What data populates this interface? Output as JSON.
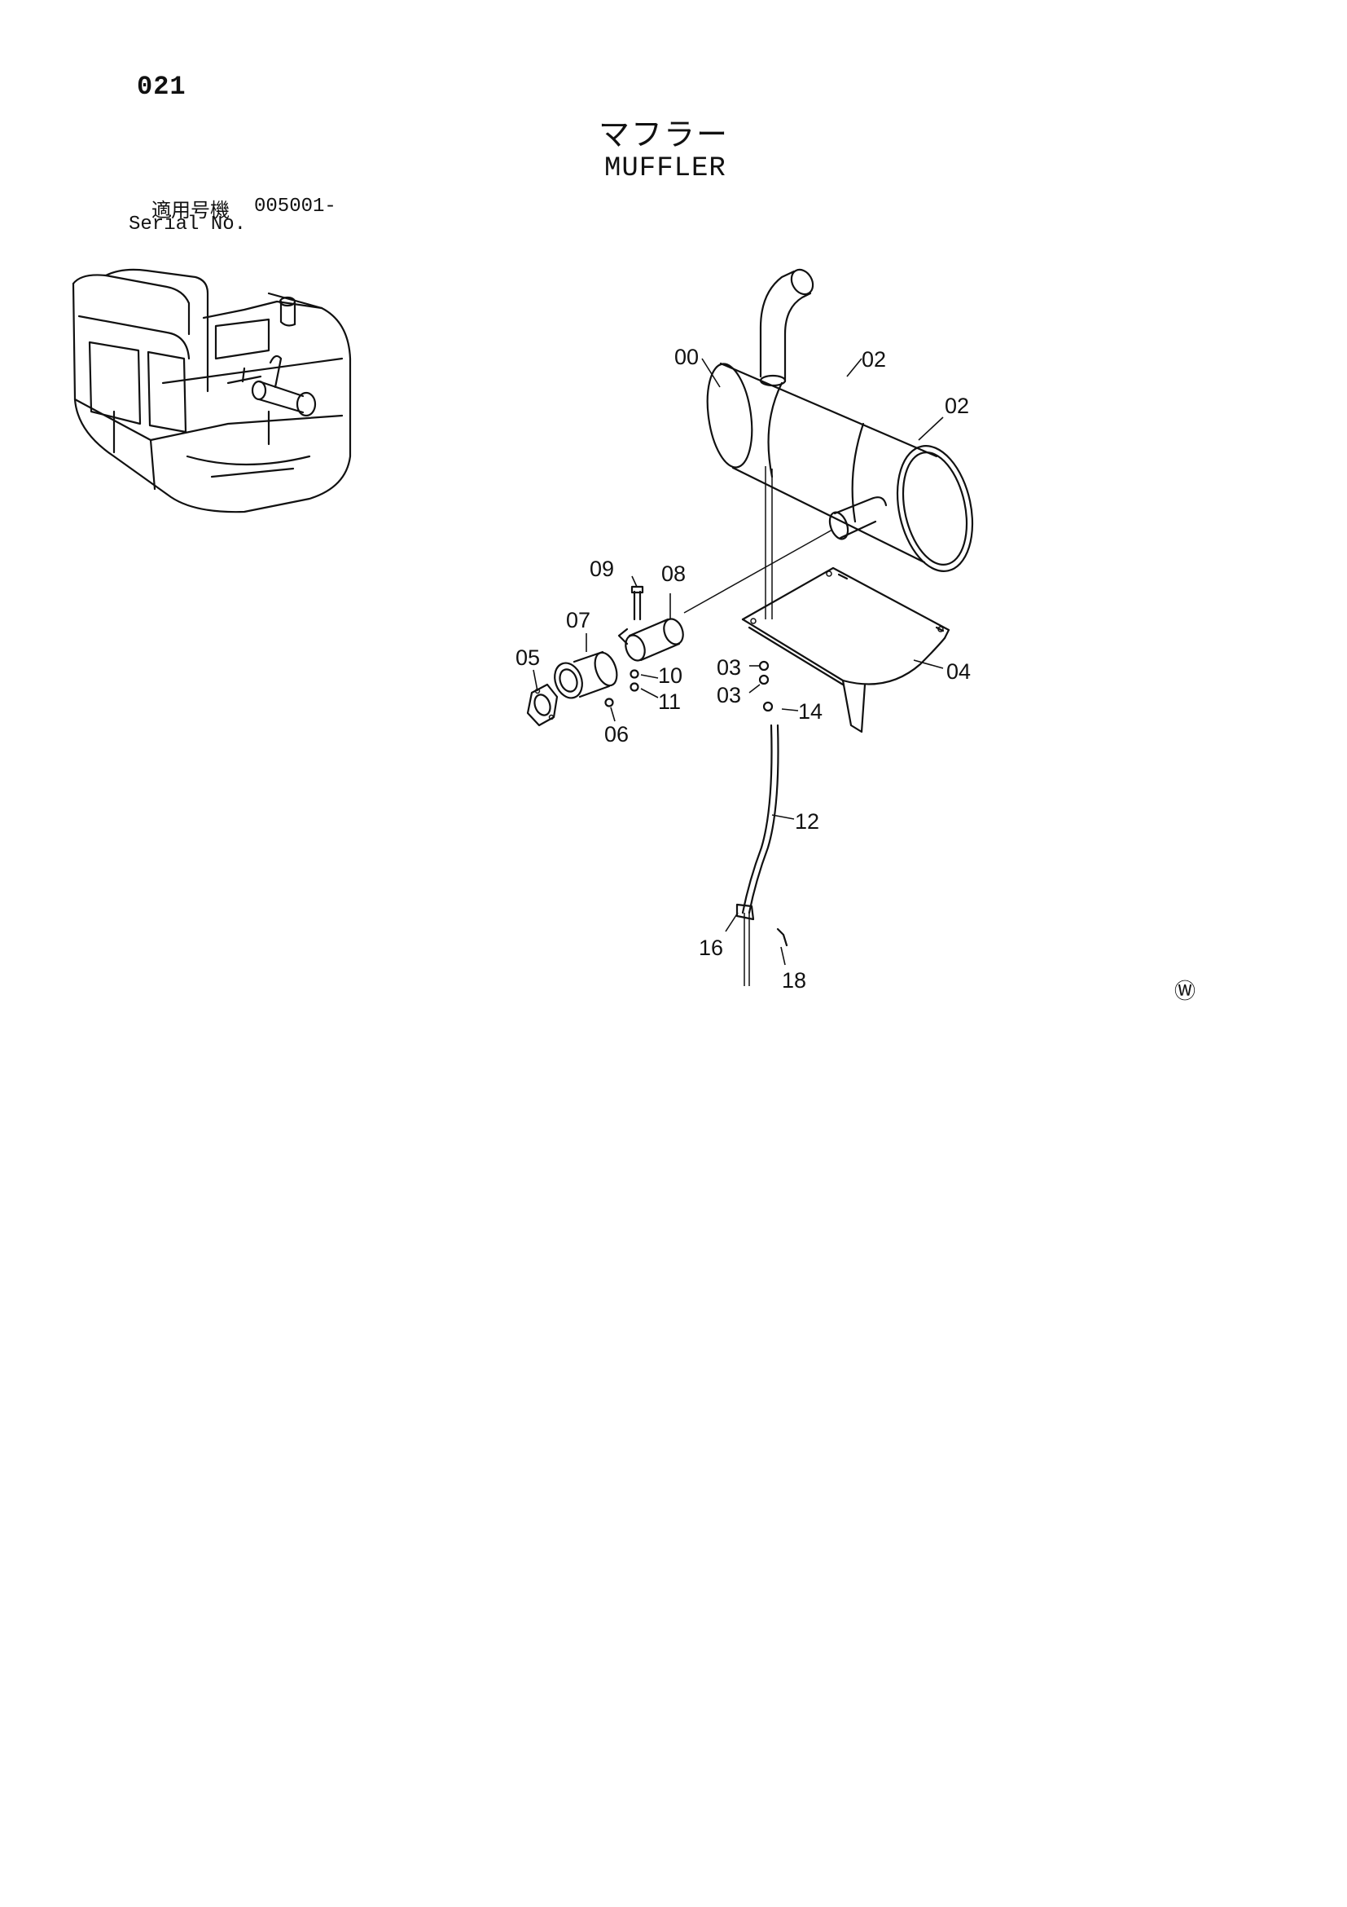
{
  "page_number": "021",
  "title_jp": "マフラー",
  "title_en": "MUFFLER",
  "serial_label_jp": "適用号機",
  "serial_value": "005001-",
  "serial_label_en": "Serial No.",
  "corner_mark": "Ⓦ",
  "callouts": {
    "c00": "00",
    "c02a": "02",
    "c02b": "02",
    "c03a": "03",
    "c03b": "03",
    "c04": "04",
    "c05": "05",
    "c06": "06",
    "c07": "07",
    "c08": "08",
    "c09": "09",
    "c10": "10",
    "c11": "11",
    "c12": "12",
    "c14": "14",
    "c16": "16",
    "c18": "18"
  }
}
